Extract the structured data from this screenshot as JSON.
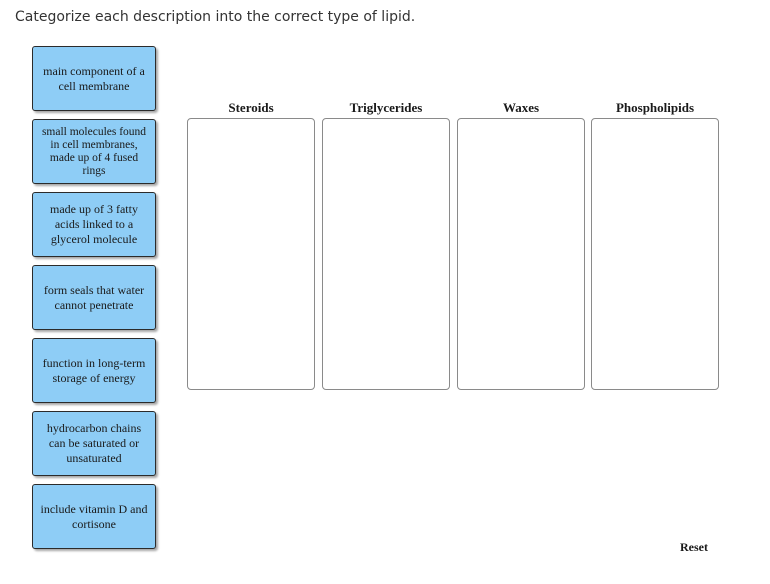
{
  "instructions": "Categorize each description into the correct type of lipid.",
  "cards": [
    "main component of a cell membrane",
    "small molecules found in cell membranes, made up of 4 fused rings",
    "made up of 3 fatty acids linked to a glycerol molecule",
    "form seals that water cannot penetrate",
    "function in long-term storage of energy",
    "hydrocarbon chains can be saturated or unsaturated",
    "include vitamin D and cortisone"
  ],
  "categories": [
    "Steroids",
    "Triglycerides",
    "Waxes",
    "Phospholipids"
  ],
  "reset_label": "Reset",
  "colors": {
    "card_fill": "#8ecdf6",
    "card_border": "#2b2b2b",
    "dropzone_border": "#8a8a8a",
    "prompt_text": "#333333"
  }
}
